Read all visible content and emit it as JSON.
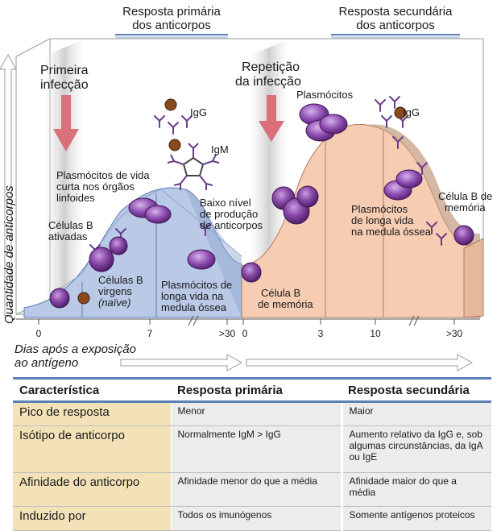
{
  "headers": {
    "primary": "Resposta primária\ndos anticorpos",
    "secondary": "Resposta secundária\ndos anticorpos"
  },
  "axes": {
    "y_label": "Quantidade de anticorpos",
    "x_label_line1": "Dias após a exposição",
    "x_label_line2": "ao antígeno",
    "ticks": [
      "0",
      "7",
      ">30",
      "0",
      "3",
      "10",
      ">30"
    ]
  },
  "labels": {
    "primeira_infeccao_1": "Primeira",
    "primeira_infeccao_2": "infecção",
    "repeticao_1": "Repetição",
    "repeticao_2": "da infecção",
    "igg_primary": "IgG",
    "igm": "IgM",
    "plasmocitos_curta_1": "Plasmócitos de vida",
    "plasmocitos_curta_2": "curta nos órgãos",
    "plasmocitos_curta_3": "linfoides",
    "celulas_b_ativadas_1": "Células B",
    "celulas_b_ativadas_2": "ativadas",
    "celulas_b_virgens_1": "Células B",
    "celulas_b_virgens_2": "virgens",
    "celulas_b_virgens_3": "(naïve)",
    "baixo_nivel_1": "Baixo nível",
    "baixo_nivel_2": "de produção",
    "baixo_nivel_3": "de anticorpos",
    "plasm_longa_p_1": "Plasmócitos de",
    "plasm_longa_p_2": "longa vida na",
    "plasm_longa_p_3": "medula óssea",
    "celula_b_memoria_1": "Célula B",
    "celula_b_memoria_2": "de memória",
    "plasmocitos_sec": "Plasmócitos",
    "igg_secondary": "IgG",
    "plasm_longa_s_1": "Plasmócitos",
    "plasm_longa_s_2": "de longa vida",
    "plasm_longa_s_3": "na medula óssea",
    "celula_b_de_1": "Célula B de",
    "celula_b_de_2": "memória"
  },
  "table": {
    "headers": [
      "Característica",
      "Resposta primária",
      "Resposta secundária"
    ],
    "rows": [
      [
        "Pico de resposta",
        "Menor",
        "Maior"
      ],
      [
        "Isótipo de anticorpo",
        "Normalmente IgM > IgG",
        "Aumento relativo da IgG e, sob algumas circunstâncias, da IgA ou IgE"
      ],
      [
        "Afinidade do anticorpo",
        "Afinidade menor do que a média",
        "Afinidade maior do que a média"
      ],
      [
        "Induzido por",
        "Todos os imunógenos",
        "Somente antígenos proteicos"
      ]
    ]
  },
  "colors": {
    "primary_fill": "#b9c9e6",
    "primary_dark": "#8ea6d0",
    "secondary_fill": "#f6cdb3",
    "secondary_dark": "#c9a58e",
    "cell": "#7b3f98",
    "arrow": "#d9707a",
    "table_first_col": "#f3e2b8"
  }
}
